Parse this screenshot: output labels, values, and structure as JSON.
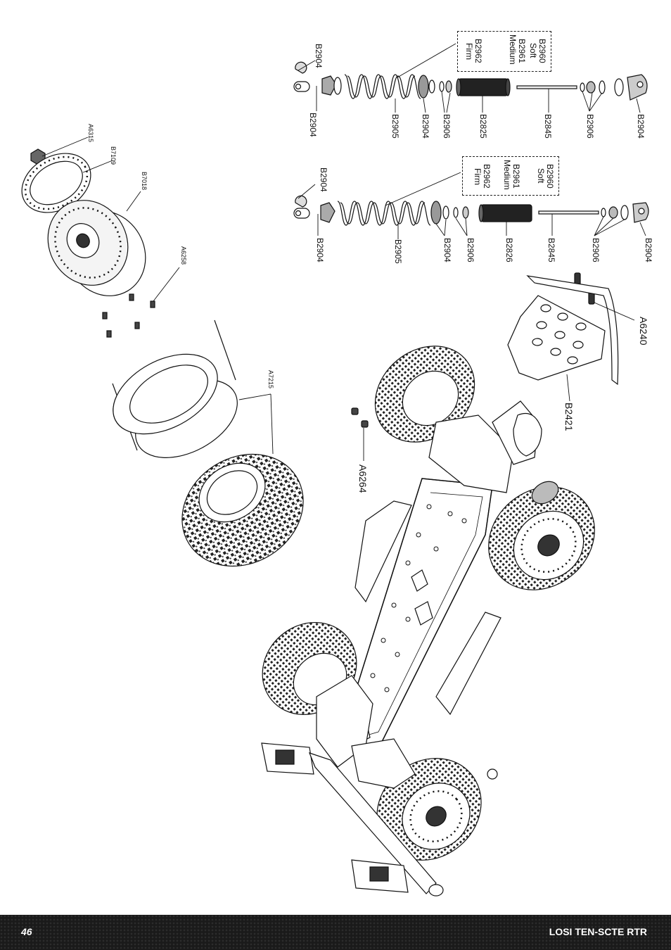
{
  "footer": {
    "page_number": "46",
    "title": "LOSI TEN-SCTE RTR"
  },
  "shock_front": {
    "labels": {
      "top_cap": "B2904",
      "rod_end": "B2904",
      "spring": "B2905",
      "collar": "B2904",
      "seals": "B2906",
      "body": "B2825",
      "shaft": "B2845",
      "lower_parts": "B2906",
      "eyelet": "B2904"
    },
    "spring_options": [
      "B2960",
      "Soft",
      "B2961",
      "Medium",
      "B2962",
      "Firm"
    ]
  },
  "shock_rear": {
    "labels": {
      "top_cap": "B2904",
      "rod_end": "B2904",
      "spring": "B2905",
      "collar": "B2904",
      "seals": "B2906",
      "body": "B2826",
      "shaft": "B2845",
      "lower_parts": "B2906",
      "eyelet": "B2904"
    },
    "spring_options": [
      "B2960",
      "Soft",
      "B2961",
      "Medium",
      "B2962",
      "Firm"
    ]
  },
  "wheel": {
    "nut": "A6315",
    "beadlock": "B7109",
    "wheel": "B7018",
    "screws": "A6258",
    "tire_foam": "A7215"
  },
  "chassis": {
    "body_mount_screws": "A6264",
    "bumper_screws": "A6240",
    "bumper": "B2421"
  }
}
